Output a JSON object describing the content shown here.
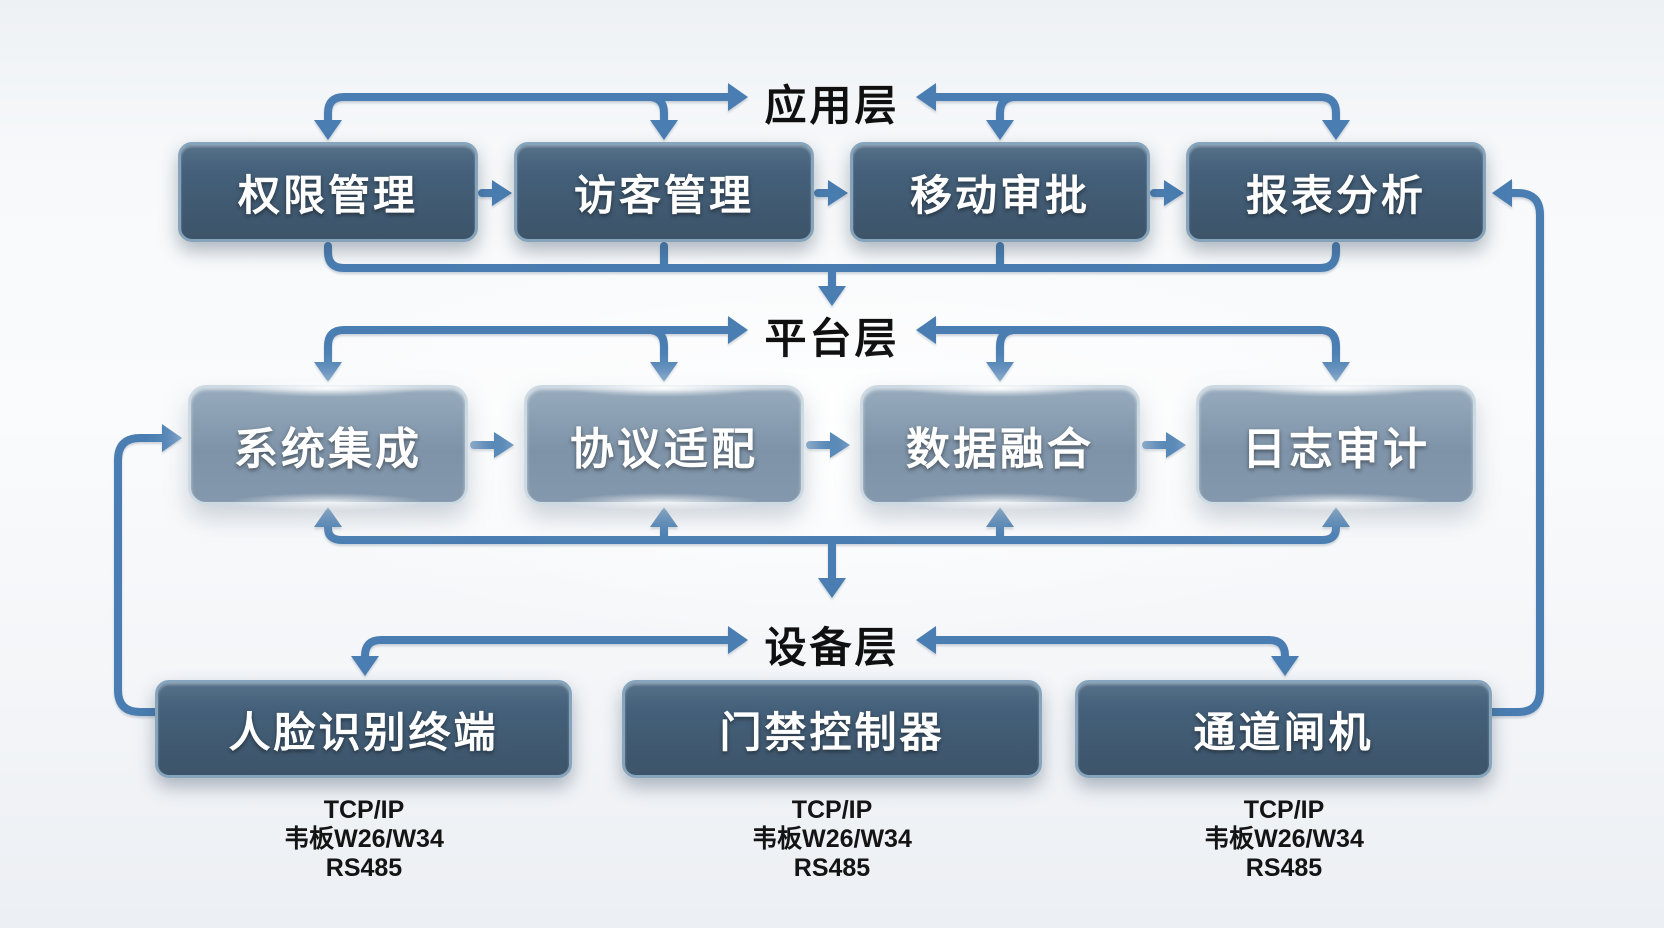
{
  "layers": [
    {
      "title": "应用层",
      "boxes": [
        {
          "label": "权限管理"
        },
        {
          "label": "访客管理"
        },
        {
          "label": "移动审批"
        },
        {
          "label": "报表分析"
        }
      ]
    },
    {
      "title": "平台层",
      "boxes": [
        {
          "label": "系统集成"
        },
        {
          "label": "协议适配"
        },
        {
          "label": "数据融合"
        },
        {
          "label": "日志审计"
        }
      ]
    },
    {
      "title": "设备层",
      "boxes": [
        {
          "label": "人脸识别终端",
          "protocols": [
            "TCP/IP",
            "韦板W26/W34",
            "RS485"
          ]
        },
        {
          "label": "门禁控制器",
          "protocols": [
            "TCP/IP",
            "韦板W26/W34",
            "RS485"
          ]
        },
        {
          "label": "通道闸机",
          "protocols": [
            "TCP/IP",
            "韦板W26/W34",
            "RS485"
          ]
        }
      ]
    }
  ],
  "colors": {
    "arrow": "#4a7eb2",
    "box_dark": "#44607a",
    "box_light": "#8498ad",
    "title_text": "#101010",
    "box_text": "#ffffff",
    "background": "#f5f7f9"
  }
}
